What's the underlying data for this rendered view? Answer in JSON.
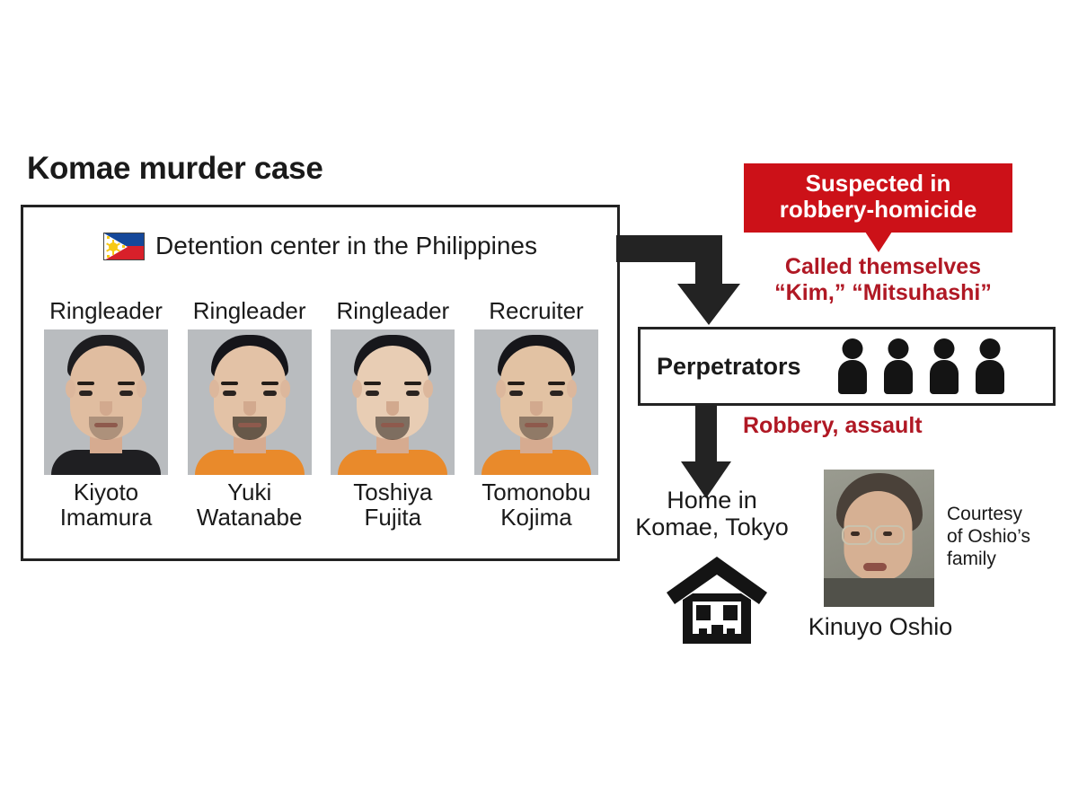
{
  "title": "Komae murder case",
  "detention": {
    "flag_icon": "philippines-flag-icon",
    "header": "Detention center in the Philippines",
    "suspects": [
      {
        "role": "Ringleader",
        "name_line1": "Kiyoto",
        "name_line2": "Imamura",
        "photo": "mugshot-kiyoto-imamura",
        "hair": "#1d1d20",
        "skin": "#e0bda0",
        "garment": "#1f1f22",
        "facial_hair": "#2a221c"
      },
      {
        "role": "Ringleader",
        "name_line1": "Yuki",
        "name_line2": "Watanabe",
        "photo": "mugshot-yuki-watanabe",
        "hair": "#15151a",
        "skin": "#e3c2a6",
        "garment": "#e98a2b",
        "facial_hair": "#241c16"
      },
      {
        "role": "Ringleader",
        "name_line1": "Toshiya",
        "name_line2": "Fujita",
        "photo": "mugshot-toshiya-fujita",
        "hair": "#17171b",
        "skin": "#e8cdb4",
        "garment": "#e98a2b",
        "facial_hair": "#1e1a16"
      },
      {
        "role": "Recruiter",
        "name_line1": "Tomonobu",
        "name_line2": "Kojima",
        "photo": "mugshot-tomonobu-kojima",
        "hair": "#16161a",
        "skin": "#e2c2a3",
        "garment": "#e98a2b",
        "facial_hair": "#2d241e"
      }
    ]
  },
  "callout": {
    "suspected_line1": "Suspected in",
    "suspected_line2": "robbery-homicide",
    "called_line1": "Called themselves",
    "called_line2": "“Kim,” “Mitsuhashi”"
  },
  "perpetrators": {
    "label": "Perpetrators",
    "figure_count": 4,
    "figure_icon": "person-silhouette-icon"
  },
  "flow": {
    "robbery_assault": "Robbery, assault",
    "home_line1": "Home in",
    "home_line2": "Komae, Tokyo",
    "house_icon": "house-icon",
    "connector_icon": "elbow-arrow-icon",
    "down_arrow_icon": "down-arrow-icon"
  },
  "victim": {
    "name": "Kinuyo Oshio",
    "photo": "photo-kinuyo-oshio",
    "credit_line1": "Courtesy",
    "credit_line2": "of Oshio’s",
    "credit_line3": "family"
  },
  "colors": {
    "callout_red": "#cc1118",
    "text_red": "#b01824",
    "ink": "#1a1a1a",
    "border": "#232323"
  }
}
